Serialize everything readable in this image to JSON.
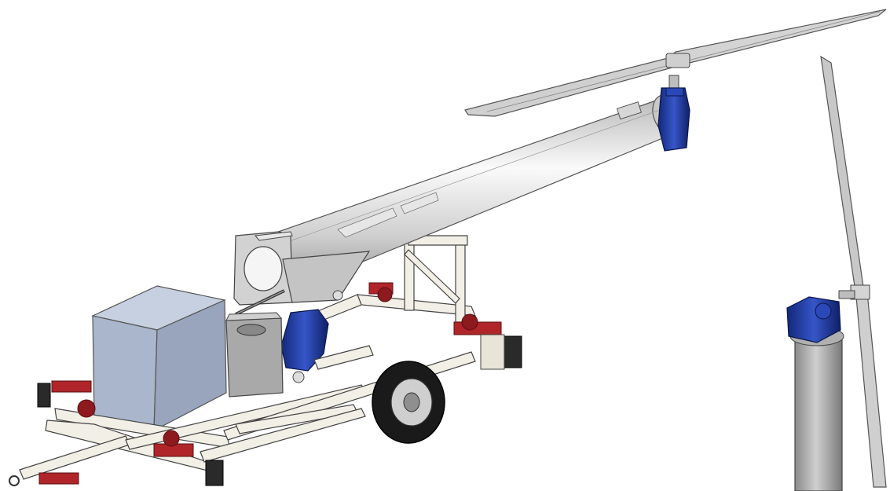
{
  "scene": {
    "kind": "cad-render",
    "objects": [
      "trailer-mounted-wind-turbine",
      "installed-wind-turbine"
    ],
    "colors": {
      "background": "#ffffff",
      "frame": "#f2efe6",
      "tube": "#d9d9d9",
      "blade": "#d4d4d4",
      "gearbox": "#1e3a9e",
      "jack": "#b0252a",
      "enclosure": "#aab6cc",
      "tire": "#1a1a1a",
      "housing": "#a9a9a9"
    }
  }
}
